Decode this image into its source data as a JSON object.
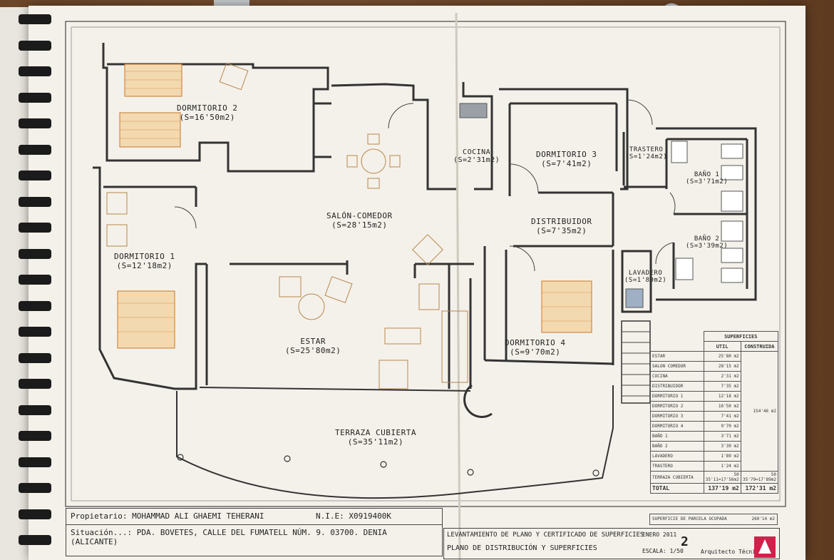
{
  "rooms": {
    "dormitorio2": {
      "name": "DORMITORIO 2",
      "area": "(S=16'50m2)"
    },
    "dormitorio1": {
      "name": "DORMITORIO 1",
      "area": "(S=12'18m2)"
    },
    "salon": {
      "name": "SALÓN-COMEDOR",
      "area": "(S=28'15m2)"
    },
    "estar": {
      "name": "ESTAR",
      "area": "(S=25'80m2)"
    },
    "terraza": {
      "name": "TERRAZA CUBIERTA",
      "area": "(S=35'11m2)"
    },
    "cocina": {
      "name": "COCINA",
      "area": "(S=2'31m2)"
    },
    "dormitorio3": {
      "name": "DORMITORIO 3",
      "area": "(S=7'41m2)"
    },
    "trastero": {
      "name": "TRASTERO",
      "area": "(S=1'24m2)"
    },
    "bano1": {
      "name": "BAÑO 1",
      "area": "(S=3'71m2)"
    },
    "distribuidor": {
      "name": "DISTRIBUIDOR",
      "area": "(S=7'35m2)"
    },
    "bano2": {
      "name": "BAÑO 2",
      "area": "(S=3'39m2)"
    },
    "lavadero": {
      "name": "LAVADERO",
      "area": "(S=1'89m2)"
    },
    "dormitorio4": {
      "name": "DORMITORIO 4",
      "area": "(S=9'70m2)"
    }
  },
  "superficies": {
    "title": "SUPERFICIES",
    "col_util": "UTIL",
    "col_construida": "CONSTRUIDA",
    "rows": [
      {
        "name": "ESTAR",
        "util": "25'80 m2"
      },
      {
        "name": "SALON COMEDOR",
        "util": "28'15 m2"
      },
      {
        "name": "COCINA",
        "util": "2'31 m2"
      },
      {
        "name": "DISTRIBUIDOR",
        "util": "7'35 m2"
      },
      {
        "name": "DORMITORIO 1",
        "util": "12'18 m2"
      },
      {
        "name": "DORMITORIO 2",
        "util": "16'50 m2"
      },
      {
        "name": "DORMITORIO 3",
        "util": "7'41 m2"
      },
      {
        "name": "DORMITORIO 4",
        "util": "9'70 m2"
      },
      {
        "name": "BAÑO 1",
        "util": "3'71 m2"
      },
      {
        "name": "BAÑO 2",
        "util": "3'39 m2"
      },
      {
        "name": "LAVADERO",
        "util": "1'89 m2"
      },
      {
        "name": "TRASTERO",
        "util": "1'24 m2"
      },
      {
        "name": "TERRAZA CUBIERTA",
        "util": "50 35'11=17'56m2"
      }
    ],
    "construida_block": "154'46 m2",
    "terraza_construida": "50 35'79=17'89m2",
    "total_label": "TOTAL",
    "total_util": "137'19 m2",
    "total_construida": "172'31 m2",
    "parcela_label": "SUPERFICIE DE PARCELA OCUPADA",
    "parcela_value": "260'14 m2"
  },
  "titleblock": {
    "propietario": "Propietario: MOHAMMAD ALI GHAEMI TEHERANI",
    "nie": "N.I.E: X0919400K",
    "situacion": "Situación...: PDA. BOVETES, CALLE DEL FUMATELL NÚM. 9.  03700. DENIA (ALICANTE)",
    "levantamiento": "LEVANTAMIENTO DE PLANO Y CERTIFICADO DE SUPERFICIES",
    "plano": "PLANO DE DISTRIBUCIÓN Y SUPERFICIES",
    "fecha": "ENERO 2011",
    "escala": "ESCALA: 1/50",
    "numero": "2",
    "firmante": "Arquitecto Técnico"
  }
}
